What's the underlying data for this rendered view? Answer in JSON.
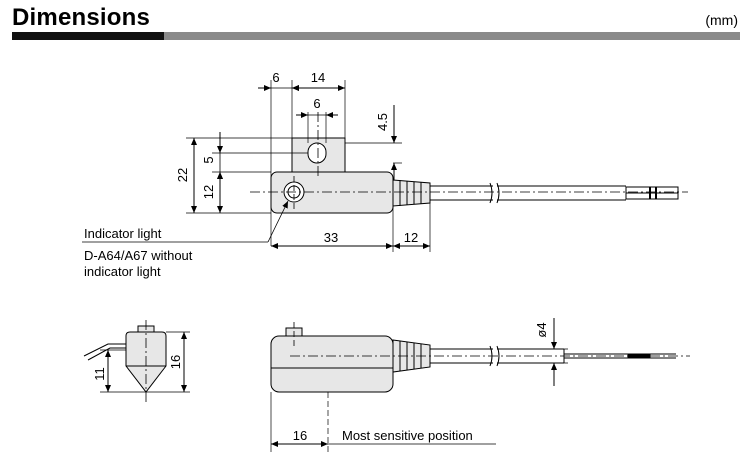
{
  "header": {
    "title": "Dimensions",
    "unit": "(mm)"
  },
  "top_view": {
    "dimensions": {
      "d6_top": "6",
      "d14": "14",
      "d6_inner": "6",
      "d4_5": "4.5",
      "d22": "22",
      "d5": "5",
      "d12_left": "12",
      "d33": "33",
      "d12_right": "12"
    },
    "notes": {
      "indicator_light": "Indicator light",
      "variant_line1": "D-A64/A67 without",
      "variant_line2": "indicator light"
    }
  },
  "end_view": {
    "dimensions": {
      "d11": "11",
      "d16": "16"
    }
  },
  "side_view": {
    "dimensions": {
      "d_cable": "ø4",
      "d16_bottom": "16"
    },
    "notes": {
      "sensitive_position": "Most sensitive position"
    }
  },
  "colors": {
    "body_fill": "#e7e7e7",
    "line": "#000000",
    "rule_dark": "#111111",
    "rule_grey": "#8a8a8a"
  }
}
